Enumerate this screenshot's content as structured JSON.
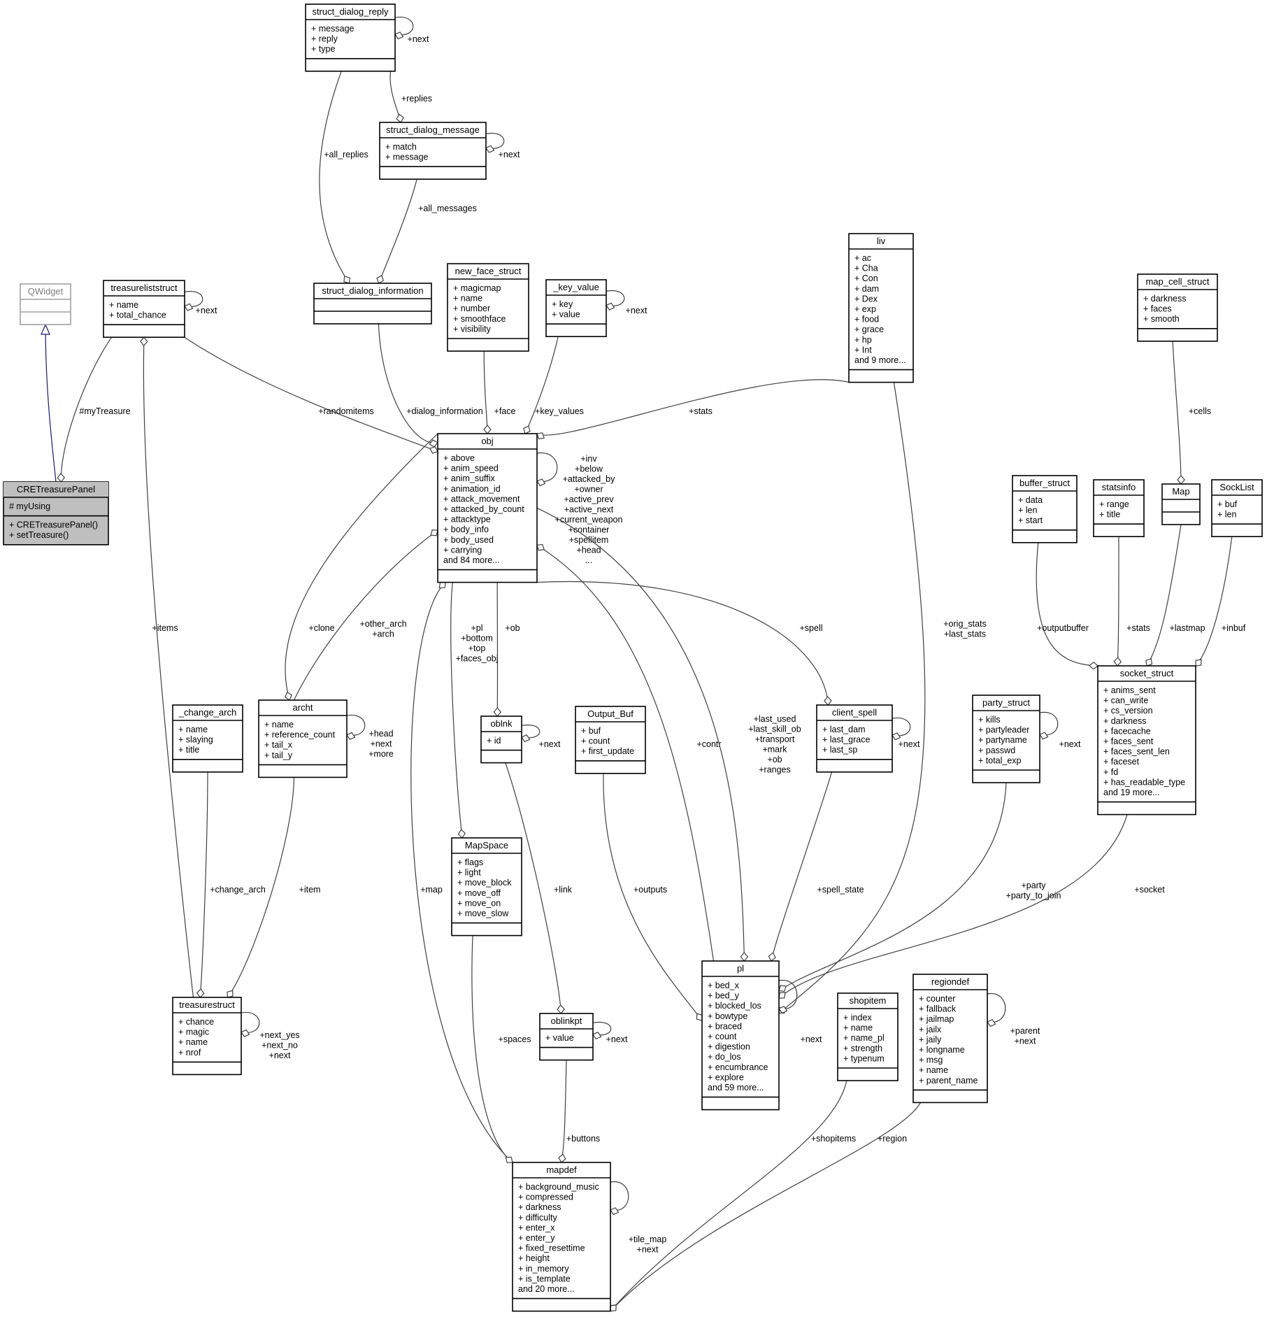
{
  "classes": [
    {
      "id": "qwidget",
      "name": "QWidget",
      "members": [],
      "methods": [],
      "style": "grey"
    },
    {
      "id": "cretreasurepanel",
      "name": "CRETreasurePanel",
      "members": [
        "# myUsing"
      ],
      "methods": [
        "+ CRETreasurePanel()",
        "+ setTreasure()"
      ],
      "style": "focus"
    },
    {
      "id": "treasureliststruct",
      "name": "treasureliststruct",
      "members": [
        "+ name",
        "+ total_chance"
      ],
      "methods": []
    },
    {
      "id": "struct_dialog_reply",
      "name": "struct_dialog_reply",
      "members": [
        "+ message",
        "+ reply",
        "+ type"
      ],
      "methods": []
    },
    {
      "id": "struct_dialog_message",
      "name": "struct_dialog_message",
      "members": [
        "+ match",
        "+ message"
      ],
      "methods": []
    },
    {
      "id": "struct_dialog_information",
      "name": "struct_dialog_information",
      "members": [],
      "methods": []
    },
    {
      "id": "new_face_struct",
      "name": "new_face_struct",
      "members": [
        "+ magicmap",
        "+ name",
        "+ number",
        "+ smoothface",
        "+ visibility"
      ],
      "methods": []
    },
    {
      "id": "key_value",
      "name": "_key_value",
      "members": [
        "+ key",
        "+ value"
      ],
      "methods": []
    },
    {
      "id": "liv",
      "name": "liv",
      "members": [
        "+ ac",
        "+ Cha",
        "+ Con",
        "+ dam",
        "+ Dex",
        "+ exp",
        "+ food",
        "+ grace",
        "+ hp",
        "+ Int",
        "and 9 more..."
      ],
      "methods": []
    },
    {
      "id": "map_cell_struct",
      "name": "map_cell_struct",
      "members": [
        "+ darkness",
        "+ faces",
        "+ smooth"
      ],
      "methods": []
    },
    {
      "id": "obj",
      "name": "obj",
      "members": [
        "+ above",
        "+ anim_speed",
        "+ anim_suffix",
        "+ animation_id",
        "+ attack_movement",
        "+ attacked_by_count",
        "+ attacktype",
        "+ body_info",
        "+ body_used",
        "+ carrying",
        "and 84 more..."
      ],
      "methods": []
    },
    {
      "id": "buffer_struct",
      "name": "buffer_struct",
      "members": [
        "+ data",
        "+ len",
        "+ start"
      ],
      "methods": []
    },
    {
      "id": "statsinfo",
      "name": "statsinfo",
      "members": [
        "+ range",
        "+ title"
      ],
      "methods": []
    },
    {
      "id": "map",
      "name": "Map",
      "members": [],
      "methods": []
    },
    {
      "id": "socklist",
      "name": "SockList",
      "members": [
        "+ buf",
        "+ len"
      ],
      "methods": []
    },
    {
      "id": "change_arch",
      "name": "_change_arch",
      "members": [
        "+ name",
        "+ slaying",
        "+ title"
      ],
      "methods": []
    },
    {
      "id": "archt",
      "name": "archt",
      "members": [
        "+ name",
        "+ reference_count",
        "+ tail_x",
        "+ tail_y"
      ],
      "methods": []
    },
    {
      "id": "oblnk",
      "name": "oblnk",
      "members": [
        "+ id"
      ],
      "methods": []
    },
    {
      "id": "output_buf",
      "name": "Output_Buf",
      "members": [
        "+ buf",
        "+ count",
        "+ first_update"
      ],
      "methods": []
    },
    {
      "id": "client_spell",
      "name": "client_spell",
      "members": [
        "+ last_dam",
        "+ last_grace",
        "+ last_sp"
      ],
      "methods": []
    },
    {
      "id": "party_struct",
      "name": "party_struct",
      "members": [
        "+ kills",
        "+ partyleader",
        "+ partyname",
        "+ passwd",
        "+ total_exp"
      ],
      "methods": []
    },
    {
      "id": "socket_struct",
      "name": "socket_struct",
      "members": [
        "+ anims_sent",
        "+ can_write",
        "+ cs_version",
        "+ darkness",
        "+ facecache",
        "+ faces_sent",
        "+ faces_sent_len",
        "+ faceset",
        "+ fd",
        "+ has_readable_type",
        "and 19 more..."
      ],
      "methods": []
    },
    {
      "id": "mapspace",
      "name": "MapSpace",
      "members": [
        "+ flags",
        "+ light",
        "+ move_block",
        "+ move_off",
        "+ move_on",
        "+ move_slow"
      ],
      "methods": []
    },
    {
      "id": "treasurestruct",
      "name": "treasurestruct",
      "members": [
        "+ chance",
        "+ magic",
        "+ name",
        "+ nrof"
      ],
      "methods": []
    },
    {
      "id": "oblinkpt",
      "name": "oblinkpt",
      "members": [
        "+ value"
      ],
      "methods": []
    },
    {
      "id": "pl",
      "name": "pl",
      "members": [
        "+ bed_x",
        "+ bed_y",
        "+ blocked_los",
        "+ bowtype",
        "+ braced",
        "+ count",
        "+ digestion",
        "+ do_los",
        "+ encumbrance",
        "+ explore",
        "and 59 more..."
      ],
      "methods": []
    },
    {
      "id": "shopitem",
      "name": "shopitem",
      "members": [
        "+ index",
        "+ name",
        "+ name_pl",
        "+ strength",
        "+ typenum"
      ],
      "methods": []
    },
    {
      "id": "regiondef",
      "name": "regiondef",
      "members": [
        "+ counter",
        "+ fallback",
        "+ jailmap",
        "+ jailx",
        "+ jaily",
        "+ longname",
        "+ msg",
        "+ name",
        "+ parent_name"
      ],
      "methods": []
    },
    {
      "id": "mapdef",
      "name": "mapdef",
      "members": [
        "+ background_music",
        "+ compressed",
        "+ darkness",
        "+ difficulty",
        "+ enter_x",
        "+ enter_y",
        "+ fixed_resettime",
        "+ height",
        "+ in_memory",
        "+ is_template",
        "and 20 more..."
      ],
      "methods": []
    }
  ],
  "edges": [
    {
      "id": "e-inherit",
      "kind": "inherit",
      "from": "qwidget",
      "to": "cretreasurepanel",
      "labels": []
    },
    {
      "id": "e-mytreasure",
      "from": "treasureliststruct",
      "to": "cretreasurepanel",
      "labels": [
        "#myTreasure"
      ]
    },
    {
      "id": "e-tl-next",
      "from": "treasureliststruct",
      "to": "treasureliststruct",
      "labels": [
        "+next"
      ]
    },
    {
      "id": "e-reply-next",
      "from": "struct_dialog_reply",
      "to": "struct_dialog_reply",
      "labels": [
        "+next"
      ]
    },
    {
      "id": "e-replies",
      "from": "struct_dialog_reply",
      "to": "struct_dialog_message",
      "labels": [
        "+replies"
      ]
    },
    {
      "id": "e-msg-next",
      "from": "struct_dialog_message",
      "to": "struct_dialog_message",
      "labels": [
        "+next"
      ]
    },
    {
      "id": "e-all-replies",
      "from": "struct_dialog_reply",
      "to": "struct_dialog_information",
      "labels": [
        "+all_replies"
      ]
    },
    {
      "id": "e-all-messages",
      "from": "struct_dialog_message",
      "to": "struct_dialog_information",
      "labels": [
        "+all_messages"
      ]
    },
    {
      "id": "e-kv-next",
      "from": "key_value",
      "to": "key_value",
      "labels": [
        "+next"
      ]
    },
    {
      "id": "e-randomitems",
      "from": "treasureliststruct",
      "to": "obj",
      "labels": [
        "+randomitems"
      ]
    },
    {
      "id": "e-dialog-info",
      "from": "struct_dialog_information",
      "to": "obj",
      "labels": [
        "+dialog_information"
      ]
    },
    {
      "id": "e-face",
      "from": "new_face_struct",
      "to": "obj",
      "labels": [
        "+face"
      ]
    },
    {
      "id": "e-key-values",
      "from": "key_value",
      "to": "obj",
      "labels": [
        "+key_values"
      ]
    },
    {
      "id": "e-stats-liv",
      "from": "liv",
      "to": "obj",
      "labels": [
        "+stats"
      ]
    },
    {
      "id": "e-cells",
      "from": "map_cell_struct",
      "to": "map",
      "labels": [
        "+cells"
      ]
    },
    {
      "id": "e-obj-self",
      "from": "obj",
      "to": "obj",
      "labels": [
        "+inv",
        "+below",
        "+attacked_by",
        "+owner",
        "+active_prev",
        "+active_next",
        "+current_weapon",
        "+container",
        "+spellitem",
        "+head",
        "..."
      ]
    },
    {
      "id": "e-items",
      "from": "treasurestruct",
      "to": "treasureliststruct",
      "labels": [
        "+items"
      ]
    },
    {
      "id": "e-clone",
      "from": "obj",
      "to": "archt",
      "labels": [
        "+clone"
      ]
    },
    {
      "id": "e-other-arch",
      "from": "archt",
      "to": "obj",
      "labels": [
        "+other_arch",
        "+arch"
      ]
    },
    {
      "id": "e-archt-self",
      "from": "archt",
      "to": "archt",
      "labels": [
        "+head",
        "+next",
        "+more"
      ]
    },
    {
      "id": "e-faces-obj",
      "from": "obj",
      "to": "mapspace",
      "labels": [
        "+pl",
        "+bottom",
        "+top",
        "+faces_obj"
      ]
    },
    {
      "id": "e-ob",
      "from": "obj",
      "to": "oblnk",
      "labels": [
        "+ob"
      ]
    },
    {
      "id": "e-oblnk-next",
      "from": "oblnk",
      "to": "oblnk",
      "labels": [
        "+next"
      ]
    },
    {
      "id": "e-spell",
      "from": "obj",
      "to": "client_spell",
      "labels": [
        "+spell"
      ]
    },
    {
      "id": "e-cs-next",
      "from": "client_spell",
      "to": "client_spell",
      "labels": [
        "+next"
      ]
    },
    {
      "id": "e-contr",
      "from": "pl",
      "to": "obj",
      "labels": [
        "+contr"
      ]
    },
    {
      "id": "e-pl-obj",
      "from": "obj",
      "to": "pl",
      "labels": [
        "+last_used",
        "+last_skill_ob",
        "+transport",
        "+mark",
        "+ob",
        "+ranges"
      ]
    },
    {
      "id": "e-orig-stats",
      "from": "liv",
      "to": "pl",
      "labels": [
        "+orig_stats",
        "+last_stats"
      ]
    },
    {
      "id": "e-party-next",
      "from": "party_struct",
      "to": "party_struct",
      "labels": [
        "+next"
      ]
    },
    {
      "id": "e-outputbuffer",
      "from": "buffer_struct",
      "to": "socket_struct",
      "labels": [
        "+outputbuffer"
      ]
    },
    {
      "id": "e-stats-info",
      "from": "statsinfo",
      "to": "socket_struct",
      "labels": [
        "+stats"
      ]
    },
    {
      "id": "e-lastmap",
      "from": "map",
      "to": "socket_struct",
      "labels": [
        "+lastmap"
      ]
    },
    {
      "id": "e-inbuf",
      "from": "socklist",
      "to": "socket_struct",
      "labels": [
        "+inbuf"
      ]
    },
    {
      "id": "e-change-arch",
      "from": "change_arch",
      "to": "treasurestruct",
      "labels": [
        "+change_arch"
      ]
    },
    {
      "id": "e-item",
      "from": "archt",
      "to": "treasurestruct",
      "labels": [
        "+item"
      ]
    },
    {
      "id": "e-ts-self",
      "from": "treasurestruct",
      "to": "treasurestruct",
      "labels": [
        "+next_yes",
        "+next_no",
        "+next"
      ]
    },
    {
      "id": "e-map",
      "from": "mapdef",
      "to": "obj",
      "labels": [
        "+map"
      ]
    },
    {
      "id": "e-link",
      "from": "oblnk",
      "to": "oblinkpt",
      "labels": [
        "+link"
      ]
    },
    {
      "id": "e-obp-next",
      "from": "oblinkpt",
      "to": "oblinkpt",
      "labels": [
        "+next"
      ]
    },
    {
      "id": "e-outputs",
      "from": "output_buf",
      "to": "pl",
      "labels": [
        "+outputs"
      ]
    },
    {
      "id": "e-spell-state",
      "from": "client_spell",
      "to": "pl",
      "labels": [
        "+spell_state"
      ]
    },
    {
      "id": "e-party",
      "from": "party_struct",
      "to": "pl",
      "labels": [
        "+party",
        "+party_to_join"
      ]
    },
    {
      "id": "e-socket",
      "from": "socket_struct",
      "to": "pl",
      "labels": [
        "+socket"
      ]
    },
    {
      "id": "e-pl-next",
      "from": "pl",
      "to": "pl",
      "labels": [
        "+next"
      ]
    },
    {
      "id": "e-region-parent",
      "from": "regiondef",
      "to": "regiondef",
      "labels": [
        "+parent",
        "+next"
      ]
    },
    {
      "id": "e-spaces",
      "from": "mapspace",
      "to": "mapdef",
      "labels": [
        "+spaces"
      ]
    },
    {
      "id": "e-buttons",
      "from": "oblinkpt",
      "to": "mapdef",
      "labels": [
        "+buttons"
      ]
    },
    {
      "id": "e-shopitems",
      "from": "shopitem",
      "to": "mapdef",
      "labels": [
        "+shopitems"
      ]
    },
    {
      "id": "e-region",
      "from": "regiondef",
      "to": "mapdef",
      "labels": [
        "+region"
      ]
    },
    {
      "id": "e-tile-map",
      "from": "mapdef",
      "to": "mapdef",
      "labels": [
        "+tile_map",
        "+next"
      ]
    }
  ]
}
